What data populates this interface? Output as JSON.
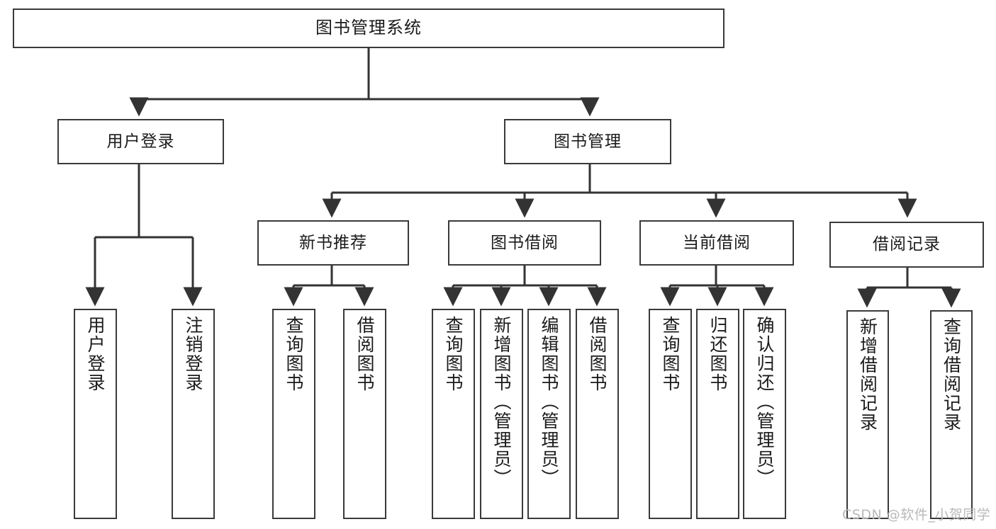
{
  "diagram": {
    "title": "图书管理系统",
    "type": "tree-hierarchy-chart",
    "root": {
      "label": "图书管理系统"
    },
    "level2": [
      {
        "label": "用户登录"
      },
      {
        "label": "图书管理"
      }
    ],
    "level3": [
      {
        "label": "新书推荐"
      },
      {
        "label": "图书借阅"
      },
      {
        "label": "当前借阅"
      },
      {
        "label": "借阅记录"
      }
    ],
    "leaves": {
      "user_login": [
        {
          "label": "用户登录"
        },
        {
          "label": "注销登录"
        }
      ],
      "new_book_recommend": [
        {
          "label": "查询图书"
        },
        {
          "label": "借阅图书"
        }
      ],
      "book_borrow": [
        {
          "label": "查询图书"
        },
        {
          "label": "新增图书（管理员）"
        },
        {
          "label": "编辑图书（管理员）"
        },
        {
          "label": "借阅图书"
        }
      ],
      "current_borrow": [
        {
          "label": "查询图书"
        },
        {
          "label": "归还图书"
        },
        {
          "label": "确认归还（管理员）"
        }
      ],
      "borrow_record": [
        {
          "label": "新增借阅记录"
        },
        {
          "label": "查询借阅记录"
        }
      ]
    },
    "watermark": "CSDN @软件_小贺同学",
    "colors": {
      "box_border": "#3a3a3a",
      "box_fill": "#ffffff",
      "edge": "#333333",
      "text": "#1b1b1b",
      "watermark": "#b9b9b9",
      "background": "#ffffff"
    }
  }
}
